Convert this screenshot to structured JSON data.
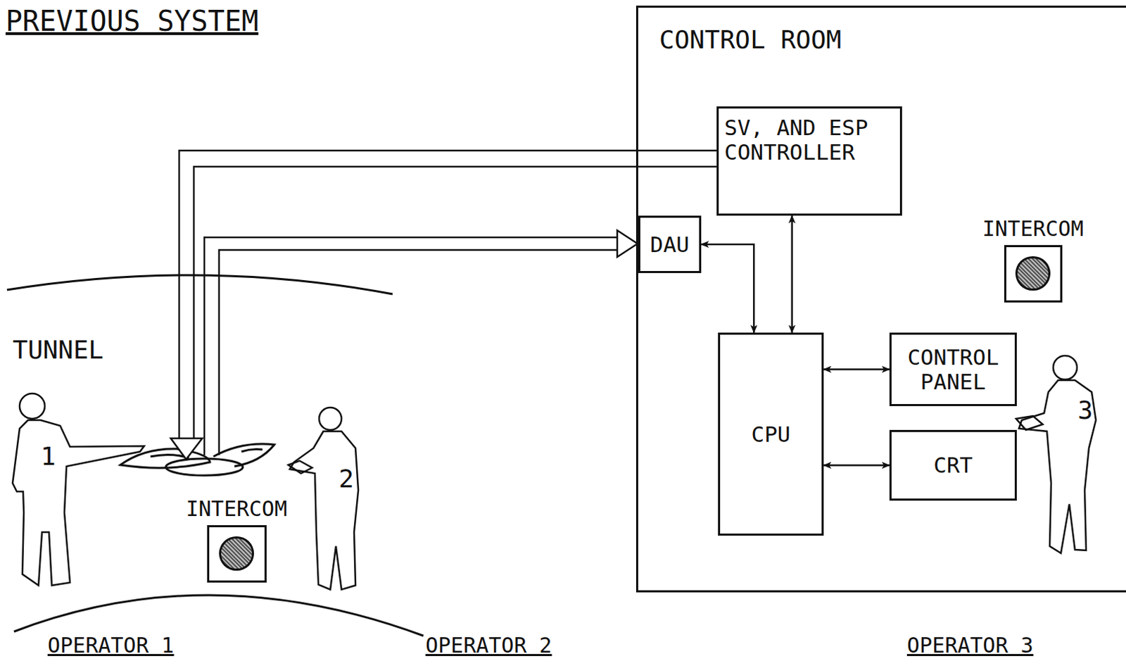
{
  "diagram": {
    "title": "PREVIOUS SYSTEM",
    "nodes": [
      {
        "text": [
          "CONTROL ROOM"
        ]
      },
      {
        "text": [
          "SV, AND ESP CONTROLLER"
        ],
        "in": 0
      },
      {
        "text": [
          "DAU"
        ],
        "in": 0
      },
      {
        "text": [
          "INTERCOM"
        ],
        "in": 0
      },
      {
        "text": [
          "CPU"
        ],
        "in": 0
      },
      {
        "text": [
          "CONTROL PANEL"
        ],
        "in": 0
      },
      {
        "text": [
          "CRT"
        ],
        "in": 0
      },
      {
        "text": [
          "INTERCOM"
        ]
      }
    ],
    "edges": [
      {
        "from": 2,
        "to": 4,
        "arrow": "both"
      },
      {
        "from": 1,
        "to": 4,
        "arrow": "both"
      },
      {
        "from": 4,
        "to": 5,
        "arrow": "both"
      },
      {
        "from": 4,
        "to": 6,
        "arrow": "both"
      }
    ],
    "labels": [
      "TUNNEL",
      "1",
      "2",
      "3",
      "OPERATOR 1",
      "OPERATOR 2",
      "OPERATOR 3"
    ]
  }
}
